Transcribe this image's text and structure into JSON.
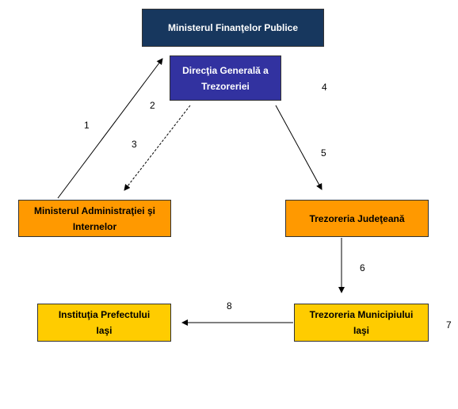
{
  "nodes": {
    "mfp": {
      "line1": "Ministerul Finanţelor Publice",
      "line2": "",
      "fill": "#17375e",
      "text_color": "#ffffff"
    },
    "dgt": {
      "line1": "Direcţia Generală a",
      "line2": "Trezoreriei",
      "fill": "#3232a0",
      "text_color": "#ffffff"
    },
    "mai": {
      "line1": "Ministerul Administraţiei şi",
      "line2": "Internelor",
      "fill": "#ff9900",
      "text_color": "#000000"
    },
    "tj": {
      "line1": "Trezoreria Judeţeană",
      "line2": "",
      "fill": "#ff9900",
      "text_color": "#000000"
    },
    "tmi": {
      "line1": "Trezoreria Municipiului",
      "line2": "Iaşi",
      "fill": "#ffcc00",
      "text_color": "#000000"
    },
    "ipi": {
      "line1": "Instituţia Prefectului",
      "line2": "Iaşi",
      "fill": "#ffcc00",
      "text_color": "#000000"
    }
  },
  "step_numbers": {
    "n1": "1",
    "n2": "2",
    "n3": "3",
    "n4": "4",
    "n5": "5",
    "n6": "6",
    "n7": "7",
    "n8": "8"
  },
  "arrows": [
    {
      "from": "mai",
      "to": "mfp",
      "step": "1"
    },
    {
      "from": "dgt",
      "to": "mai",
      "step": "3"
    },
    {
      "from": "dgt",
      "to": "tj",
      "step": "5"
    },
    {
      "from": "tj",
      "to": "tmi",
      "step": "6"
    },
    {
      "from": "tmi",
      "to": "ipi",
      "step": "8"
    }
  ]
}
